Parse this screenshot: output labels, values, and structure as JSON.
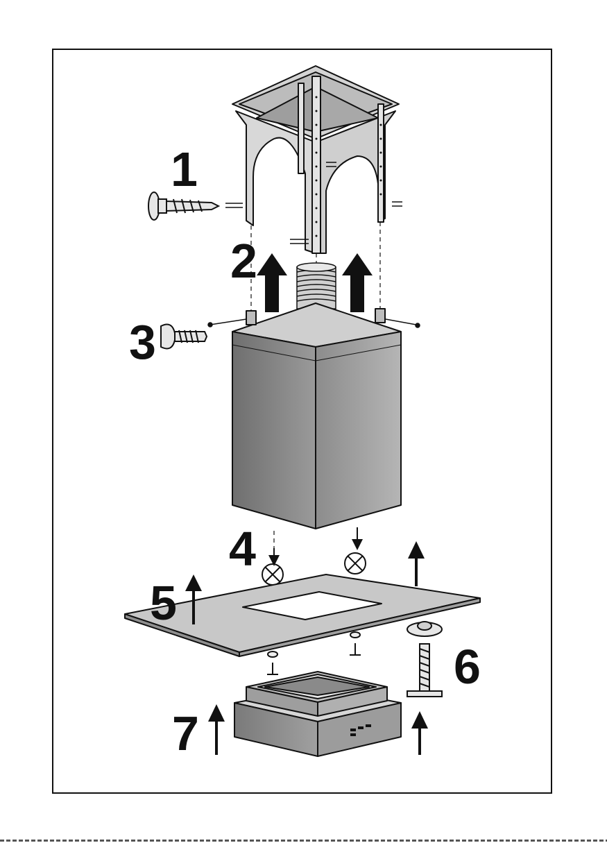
{
  "steps": [
    {
      "id": "1",
      "label": "1"
    },
    {
      "id": "2",
      "label": "2"
    },
    {
      "id": "3",
      "label": "3"
    },
    {
      "id": "4",
      "label": "4"
    },
    {
      "id": "5",
      "label": "5"
    },
    {
      "id": "6",
      "label": "6"
    },
    {
      "id": "7",
      "label": "7"
    }
  ],
  "colors": {
    "ink": "#111111",
    "panel_light": "#d9d9d9",
    "panel_mid": "#bdbdbd",
    "chimney_dark": "#7e7e7e",
    "chimney_light": "#a9a9a9",
    "worktop": "#c8c8c8",
    "base": "#8a8a8a"
  }
}
